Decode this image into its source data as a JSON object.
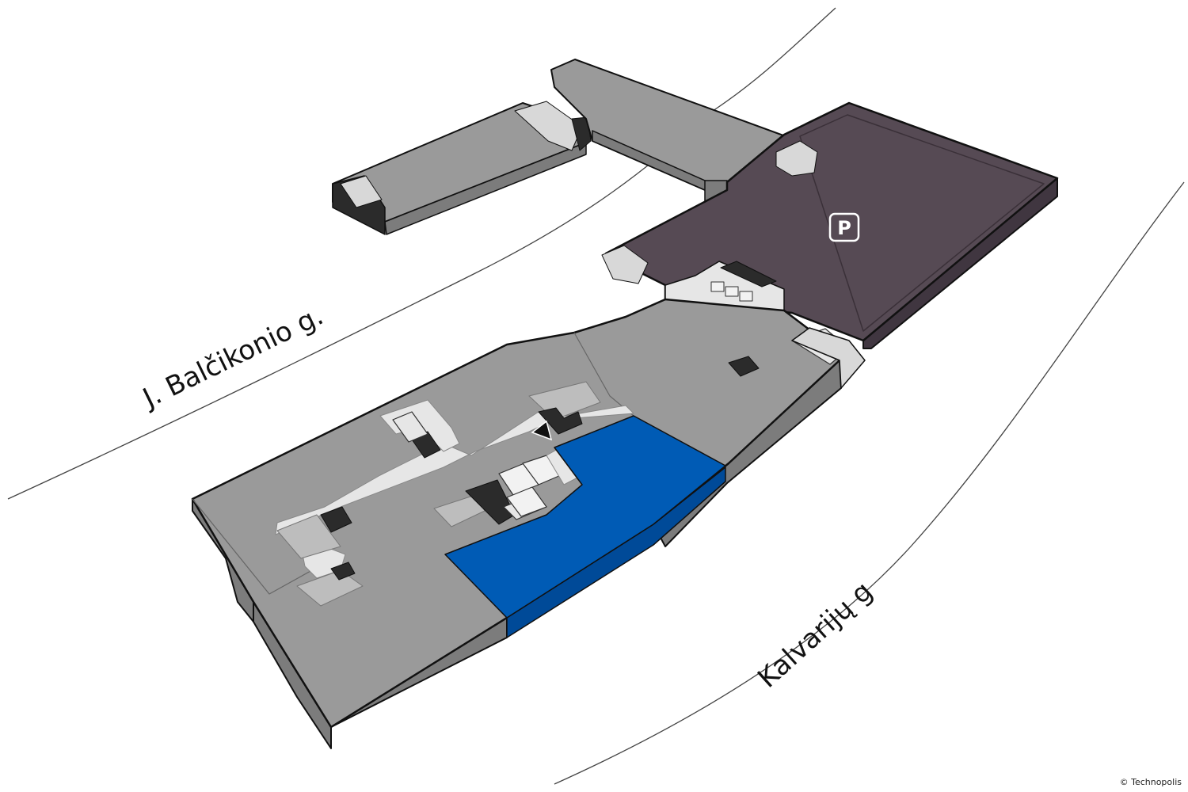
{
  "streets": {
    "top": "J. Balčikonio g.",
    "bottom": "Kalvarijų g"
  },
  "parking": {
    "symbol": "P",
    "icon": "parking-icon"
  },
  "copyright": "© Technopolis",
  "colors": {
    "floor": "#9a9a9a",
    "wall_side": "#7a7a7a",
    "outline": "#111111",
    "parking": "#564a54",
    "parking_side": "#403640",
    "highlight": "#005bb5",
    "highlight_side": "#004a98",
    "corridor": "#e6e6e6",
    "core_dark": "#2b2b2b",
    "road_line": "#333333"
  },
  "markers": {
    "you_are_here": "triangle-marker-icon",
    "stairs": "stairs-icon",
    "elevator": "elevator-icon",
    "service_core": "service-core-icon"
  }
}
